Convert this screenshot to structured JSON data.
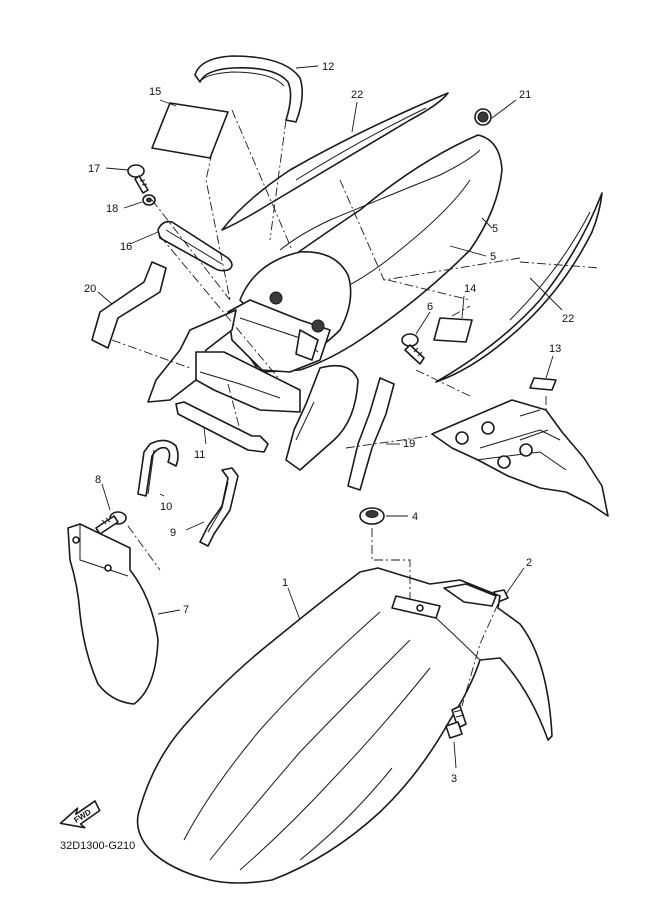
{
  "diagram": {
    "drawing_code": "32D1300-G210",
    "direction_label": "FWD",
    "callouts": [
      "1",
      "2",
      "3",
      "4",
      "5",
      "5",
      "6",
      "7",
      "8",
      "9",
      "10",
      "11",
      "12",
      "13",
      "14",
      "15",
      "16",
      "17",
      "18",
      "19",
      "20",
      "21",
      "22",
      "22"
    ]
  }
}
